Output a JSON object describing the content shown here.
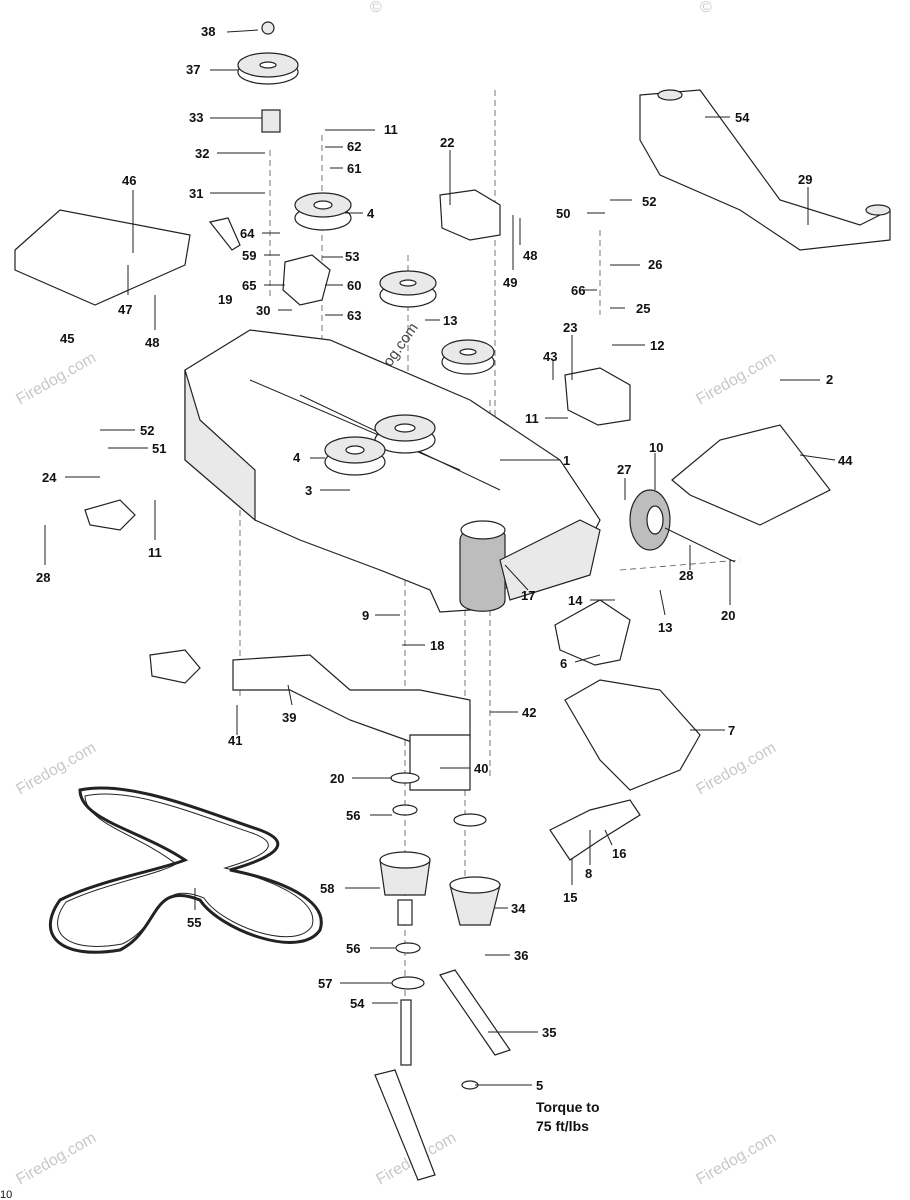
{
  "watermark": {
    "text": "Firedog.com",
    "center_text": "© Firedog.com",
    "corner_glyph": "©"
  },
  "callouts": [
    {
      "id": "c38",
      "label": "38"
    },
    {
      "id": "c37",
      "label": "37"
    },
    {
      "id": "c33",
      "label": "33"
    },
    {
      "id": "c32",
      "label": "32"
    },
    {
      "id": "c31",
      "label": "31"
    },
    {
      "id": "c11a",
      "label": "11"
    },
    {
      "id": "c62",
      "label": "62"
    },
    {
      "id": "c61",
      "label": "61"
    },
    {
      "id": "c4a",
      "label": "4"
    },
    {
      "id": "c64",
      "label": "64"
    },
    {
      "id": "c59",
      "label": "59"
    },
    {
      "id": "c53",
      "label": "53"
    },
    {
      "id": "c65",
      "label": "65"
    },
    {
      "id": "c60",
      "label": "60"
    },
    {
      "id": "c19",
      "label": "19"
    },
    {
      "id": "c30",
      "label": "30"
    },
    {
      "id": "c63",
      "label": "63"
    },
    {
      "id": "c46",
      "label": "46"
    },
    {
      "id": "c45",
      "label": "45"
    },
    {
      "id": "c47",
      "label": "47"
    },
    {
      "id": "c48a",
      "label": "48"
    },
    {
      "id": "c22",
      "label": "22"
    },
    {
      "id": "c48b",
      "label": "48"
    },
    {
      "id": "c49",
      "label": "49"
    },
    {
      "id": "c54a",
      "label": "54"
    },
    {
      "id": "c29",
      "label": "29"
    },
    {
      "id": "c52a",
      "label": "52"
    },
    {
      "id": "c50",
      "label": "50"
    },
    {
      "id": "c26",
      "label": "26"
    },
    {
      "id": "c66",
      "label": "66"
    },
    {
      "id": "c25",
      "label": "25"
    },
    {
      "id": "c13a",
      "label": "13"
    },
    {
      "id": "c23",
      "label": "23"
    },
    {
      "id": "c12",
      "label": "12"
    },
    {
      "id": "c43",
      "label": "43"
    },
    {
      "id": "c11b",
      "label": "11"
    },
    {
      "id": "c2",
      "label": "2"
    },
    {
      "id": "c52b",
      "label": "52"
    },
    {
      "id": "c51",
      "label": "51"
    },
    {
      "id": "c24",
      "label": "24"
    },
    {
      "id": "c4b",
      "label": "4"
    },
    {
      "id": "c3",
      "label": "3"
    },
    {
      "id": "c1",
      "label": "1"
    },
    {
      "id": "c10",
      "label": "10"
    },
    {
      "id": "c27",
      "label": "27"
    },
    {
      "id": "c44",
      "label": "44"
    },
    {
      "id": "c28a",
      "label": "28"
    },
    {
      "id": "c11c",
      "label": "11"
    },
    {
      "id": "c17",
      "label": "17"
    },
    {
      "id": "c28b",
      "label": "28"
    },
    {
      "id": "c20a",
      "label": "20"
    },
    {
      "id": "c14",
      "label": "14"
    },
    {
      "id": "c13b",
      "label": "13"
    },
    {
      "id": "c6",
      "label": "6"
    },
    {
      "id": "c9",
      "label": "9"
    },
    {
      "id": "c18",
      "label": "18"
    },
    {
      "id": "c39",
      "label": "39"
    },
    {
      "id": "c41",
      "label": "41"
    },
    {
      "id": "c42",
      "label": "42"
    },
    {
      "id": "c7",
      "label": "7"
    },
    {
      "id": "c20b",
      "label": "20"
    },
    {
      "id": "c40",
      "label": "40"
    },
    {
      "id": "c56a",
      "label": "56"
    },
    {
      "id": "c16",
      "label": "16"
    },
    {
      "id": "c8",
      "label": "8"
    },
    {
      "id": "c15",
      "label": "15"
    },
    {
      "id": "c58",
      "label": "58"
    },
    {
      "id": "c34",
      "label": "34"
    },
    {
      "id": "c55",
      "label": "55"
    },
    {
      "id": "c56b",
      "label": "56"
    },
    {
      "id": "c36",
      "label": "36"
    },
    {
      "id": "c57",
      "label": "57"
    },
    {
      "id": "c54b",
      "label": "54"
    },
    {
      "id": "c35",
      "label": "35"
    },
    {
      "id": "c5",
      "label": "5"
    }
  ],
  "torque_note": {
    "line1": "Torque to",
    "line2": "75 ft/lbs"
  },
  "page_number_fragment": "10"
}
